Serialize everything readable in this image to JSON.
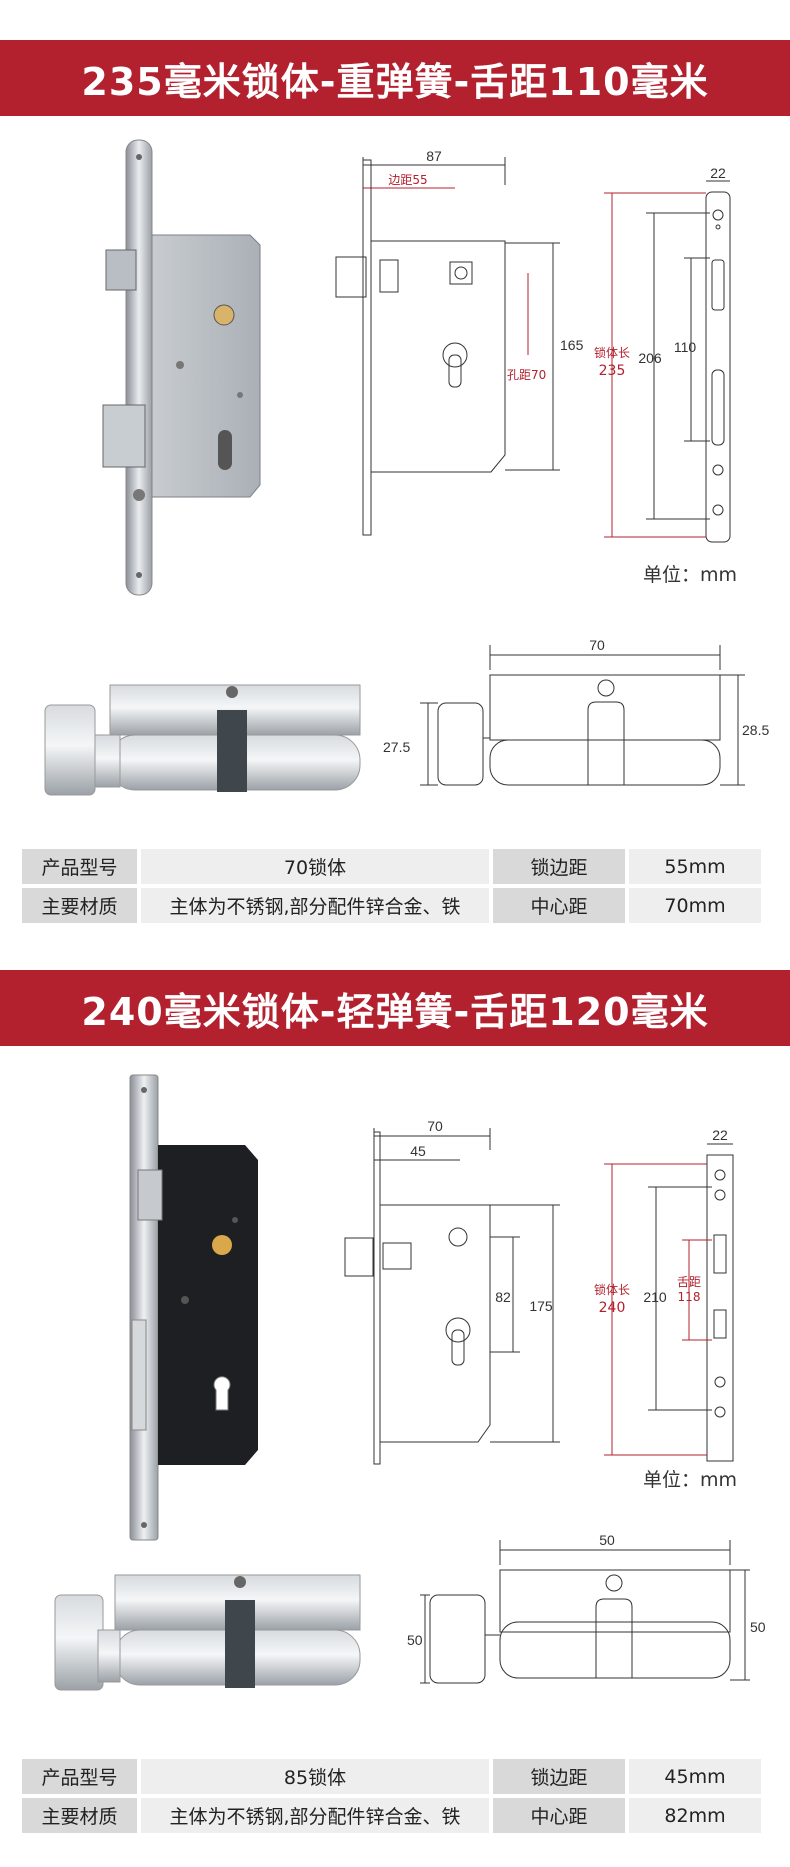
{
  "section1": {
    "title": "235毫米锁体-重弹簧-舌距110毫米",
    "drawing": {
      "width_total": "87",
      "edge_distance_label": "边距55",
      "hole_distance_label": "孔距70",
      "height_165": "165",
      "body_length_label": "锁体长",
      "body_length_value": "235",
      "faceplate_206": "206",
      "tongue_110": "110",
      "faceplate_width": "22"
    },
    "unit_label": "单位：mm",
    "cylinder": {
      "length": "70",
      "left_height": "27.5",
      "right_height": "28.5"
    },
    "specs": {
      "model_label": "产品型号",
      "model_value": "70锁体",
      "edge_label": "锁边距",
      "edge_value": "55mm",
      "material_label": "主要材质",
      "material_value": "主体为不锈钢,部分配件锌合金、铁",
      "center_label": "中心距",
      "center_value": "70mm"
    }
  },
  "section2": {
    "title": "240毫米锁体-轻弹簧-舌距120毫米",
    "drawing": {
      "width_total": "70",
      "edge_45": "45",
      "height_82": "82",
      "height_175": "175",
      "body_length_label": "锁体长",
      "body_length_value": "240",
      "faceplate_210": "210",
      "tongue_label": "舌距",
      "tongue_value": "118",
      "faceplate_width": "22"
    },
    "unit_label": "单位：mm",
    "cylinder": {
      "length": "50",
      "left_height": "50",
      "right_height": "50"
    },
    "specs": {
      "model_label": "产品型号",
      "model_value": "85锁体",
      "edge_label": "锁边距",
      "edge_value": "45mm",
      "material_label": "主要材质",
      "material_value": "主体为不锈钢,部分配件锌合金、铁",
      "center_label": "中心距",
      "center_value": "82mm"
    }
  },
  "colors": {
    "banner": "#b3202e",
    "label_bg": "#d9d9d9",
    "value_bg": "#eeeeee"
  }
}
